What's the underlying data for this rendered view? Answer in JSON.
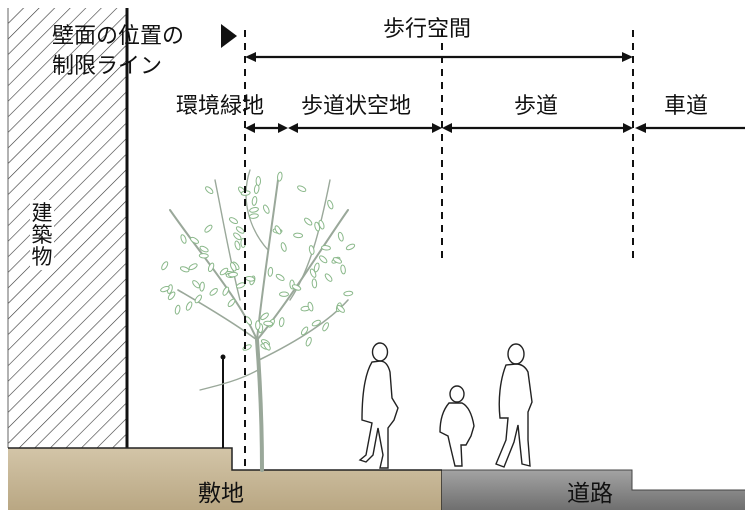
{
  "labels": {
    "setback_line_1": "壁面の位置の",
    "setback_line_2": "制限ライン",
    "walking_space": "歩行空間",
    "green_zone": "環境緑地",
    "sidewalk_like_space": "歩道状空地",
    "sidewalk": "歩道",
    "roadway": "車道",
    "building": "建築物",
    "site": "敷地",
    "road": "道路"
  },
  "colors": {
    "site_ground": "#c9b99b",
    "road_ground": "#8a8a8a",
    "tree_leaf": "#8ab88a",
    "tree_trunk": "#9aa89a",
    "line": "#111111"
  }
}
